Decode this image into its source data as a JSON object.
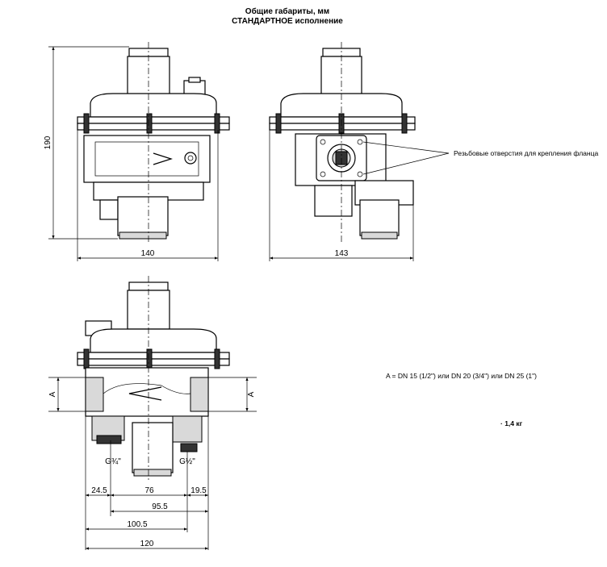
{
  "title": {
    "line1": "Общие габариты, мм",
    "line2": "СТАНДАРТНОЕ исполнение"
  },
  "front_view": {
    "height_label": "190",
    "width_label": "140"
  },
  "side_view": {
    "width_label": "143",
    "flange_note": "Резьбовые отверстия для крепления фланца"
  },
  "section_view": {
    "port_label_left": "A",
    "port_label_right": "A",
    "thread_left": "G¾\"",
    "thread_right": "G½\"",
    "dims": {
      "d1": "24.5",
      "d2": "76",
      "d3": "19.5",
      "d4": "95.5",
      "d5": "100.5",
      "d6": "120"
    }
  },
  "notes": {
    "connection": "A = DN 15 (1/2\") или DN 20 (3/4\") или DN 25 (1\")",
    "weight": "· 1,4 кг"
  }
}
